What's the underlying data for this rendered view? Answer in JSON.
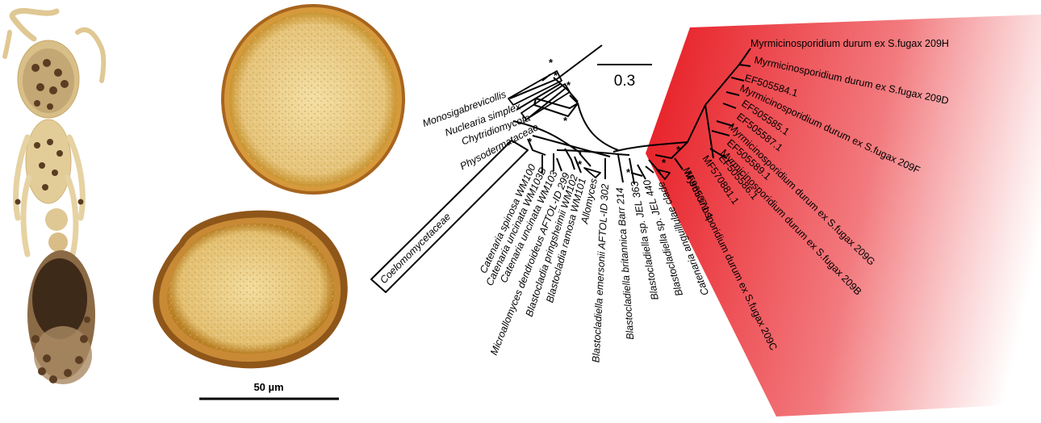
{
  "scale_bars": {
    "tree": "0.3",
    "micrograph": "50 µm"
  },
  "colors": {
    "clade_highlight": "#e8242b",
    "genbank_green": "#5a9a2a",
    "genbank_orange": "#f0a020",
    "genbank_blue": "#2a56d8"
  },
  "images": [
    "ant-specimen",
    "spore-cyst-upper",
    "spore-cyst-lower"
  ],
  "tree": {
    "support_marker": "*",
    "tips": [
      {
        "label": "Monosigabrevicollis",
        "style": "italic",
        "color": "#000000"
      },
      {
        "label": "Nuclearia simplex",
        "style": "italic",
        "color": "#000000"
      },
      {
        "label": "Chytridiomycota",
        "style": "italic",
        "color": "#000000"
      },
      {
        "label": "Physodermataceae",
        "style": "italic",
        "color": "#000000"
      },
      {
        "label": "Coelomomycetaceae",
        "style": "italic",
        "color": "#000000"
      },
      {
        "label": "Catenaria spinosa WM100",
        "style": "italic",
        "color": "#000000"
      },
      {
        "label": "Catenaria uncinata WM103B",
        "style": "italic",
        "color": "#000000"
      },
      {
        "label": "Catenaria uncinata WM103",
        "style": "italic",
        "color": "#000000"
      },
      {
        "label": "Microallomyces dendroideus AFTOL-ID 299",
        "style": "italic",
        "color": "#000000"
      },
      {
        "label": "Blastocladia pringsheimii WM102",
        "style": "italic",
        "color": "#000000"
      },
      {
        "label": "Blastocladia ramosa WM101",
        "style": "italic",
        "color": "#000000"
      },
      {
        "label": "Allomyces",
        "style": "italic",
        "color": "#000000"
      },
      {
        "label": "Blastocladiella emersonii AFTOL-ID 302",
        "style": "italic",
        "color": "#000000"
      },
      {
        "label": "Blastocladiella britannica Barr 214",
        "style": "italic",
        "color": "#000000"
      },
      {
        "label": "Blastocladiella sp. JEL 363",
        "style": "italic",
        "color": "#000000"
      },
      {
        "label": "Blastocladiella sp. JEL 440",
        "style": "italic",
        "color": "#000000"
      },
      {
        "label": "Catenaria anguillulae clade",
        "style": "italic",
        "color": "#000000"
      },
      {
        "label": "Myrmicinosporidium durum ex S.fugax 209C",
        "style": "normal",
        "color": "#000000"
      },
      {
        "label": "MF965371.1",
        "style": "normal",
        "color": "#2a56d8"
      },
      {
        "label": "MF570881.1",
        "style": "normal",
        "color": "#f0a020"
      },
      {
        "label": "Myrmicinosporidium durum ex S.fugax 209B",
        "style": "normal",
        "color": "#000000"
      },
      {
        "label": "EF505586.1",
        "style": "normal",
        "color": "#5a9a2a"
      },
      {
        "label": "EF505589.1",
        "style": "normal",
        "color": "#5a9a2a"
      },
      {
        "label": "Myrmicinosporidium durum ex S.fugax 209G",
        "style": "normal",
        "color": "#000000"
      },
      {
        "label": "EF505587.1",
        "style": "normal",
        "color": "#5a9a2a"
      },
      {
        "label": "EF505585.1",
        "style": "normal",
        "color": "#5a9a2a"
      },
      {
        "label": "Myrmicinosporidium durum ex S.fugax 209F",
        "style": "normal",
        "color": "#000000"
      },
      {
        "label": "EF505584.1",
        "style": "normal",
        "color": "#5a9a2a"
      },
      {
        "label": "Myrmicinosporidium durum ex S.fugax 209D",
        "style": "normal",
        "color": "#000000"
      },
      {
        "label": "Myrmicinosporidium durum ex S.fugax 209H",
        "style": "normal",
        "color": "#000000"
      }
    ]
  }
}
